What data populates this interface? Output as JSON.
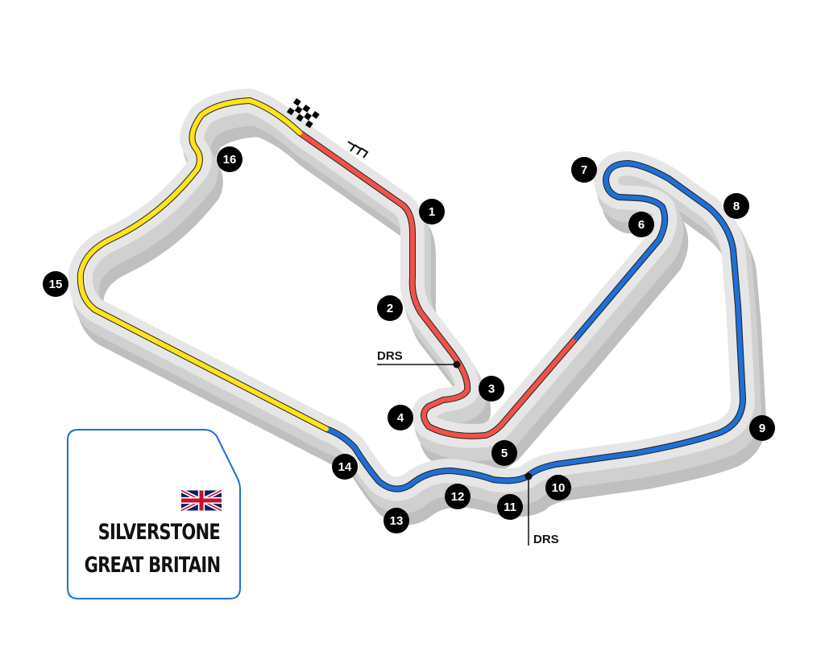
{
  "circuit": {
    "name": "SILVERSTONE",
    "country": "GREAT BRITAIN",
    "flag": "union-jack"
  },
  "sectors": [
    {
      "name": "sector-1",
      "color": "#f0524a"
    },
    {
      "name": "sector-2",
      "color": "#1f6fd6"
    },
    {
      "name": "sector-3",
      "color": "#ffe319"
    }
  ],
  "turns": [
    "1",
    "2",
    "3",
    "4",
    "5",
    "6",
    "7",
    "8",
    "9",
    "10",
    "11",
    "12",
    "13",
    "14",
    "15",
    "16"
  ],
  "drs_zones": [
    {
      "label": "DRS"
    },
    {
      "label": "DRS"
    }
  ],
  "colors": {
    "card_border": "#1f6fd6",
    "track_surface": "#e6e6e6",
    "track_shadow": "#bfbfbf"
  }
}
